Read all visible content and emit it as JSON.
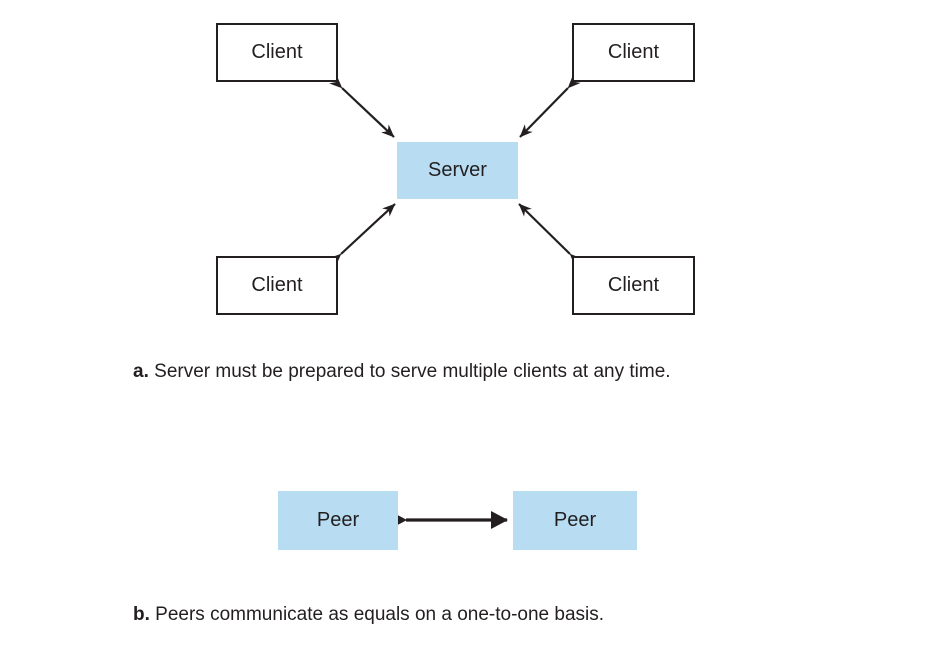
{
  "figure": {
    "background": "#FFFFFF",
    "ink_color": "#231F20",
    "box_fill_blue": "#B8DDF2"
  },
  "diagram_a": {
    "clients": [
      "Client",
      "Client",
      "Client",
      "Client"
    ],
    "server_label": "Server",
    "caption_prefix": "a.",
    "caption_text": "Server must be prepared to serve multiple clients at any time."
  },
  "diagram_b": {
    "peers": [
      "Peer",
      "Peer"
    ],
    "caption_prefix": "b.",
    "caption_text": "Peers communicate as equals on a one-to-one basis."
  }
}
